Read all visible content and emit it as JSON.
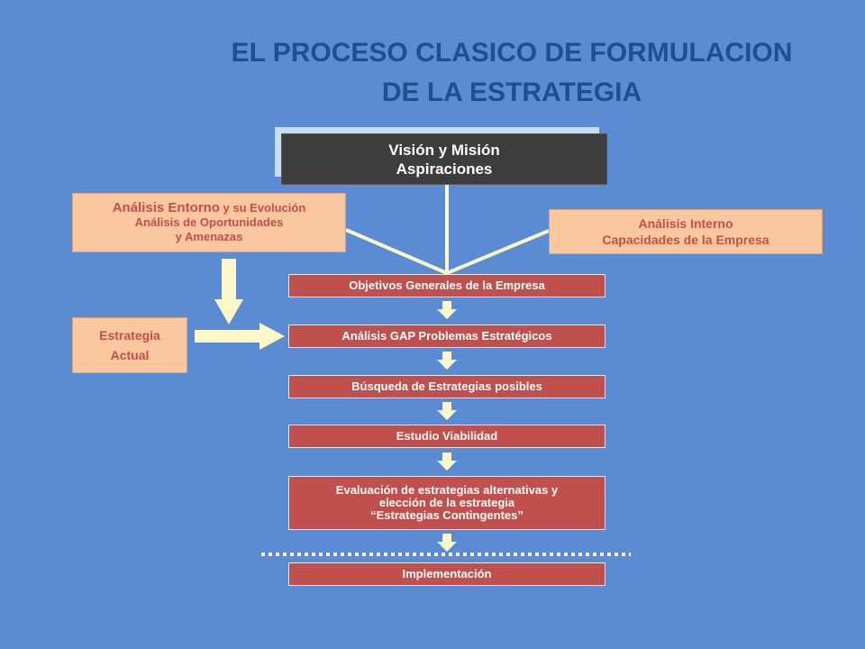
{
  "title": {
    "line1": "EL PROCESO CLASICO DE FORMULACION",
    "line2": "DE LA ESTRATEGIA"
  },
  "vision_box": {
    "line1": "Visión y Misión",
    "line2": "Aspiraciones"
  },
  "environment_box": {
    "line1_big": "Análisis Entorno",
    "line1_small": " y su Evolución",
    "line2": "Análisis de Oportunidades",
    "line3": "y Amenazas"
  },
  "internal_box": {
    "line1": "Análisis Interno",
    "line2": "Capacidades de la Empresa"
  },
  "current_strategy_box": {
    "line1": "Estrategia",
    "line2": "Actual"
  },
  "steps": {
    "objetivos": "Objetivos Generales  de la Empresa",
    "gap": "Análisis GAP Problemas Estratégicos",
    "busqueda": "Búsqueda de Estrategias posibles",
    "viabilidad": "Estudio Viabilidad",
    "evaluacion_line1": "Evaluación de estrategias alternativas y",
    "evaluacion_line2": "elección de la estrategia",
    "evaluacion_line3": "“Estrategias Contingentes”",
    "implementacion": "Implementación"
  },
  "colors": {
    "background": "#5b8bd3",
    "title": "#1d4f91",
    "step_box": "#c0504d",
    "side_box": "#fbc79f",
    "arrows": "#fbf7c8",
    "vision_box": "#3d3d3d"
  }
}
